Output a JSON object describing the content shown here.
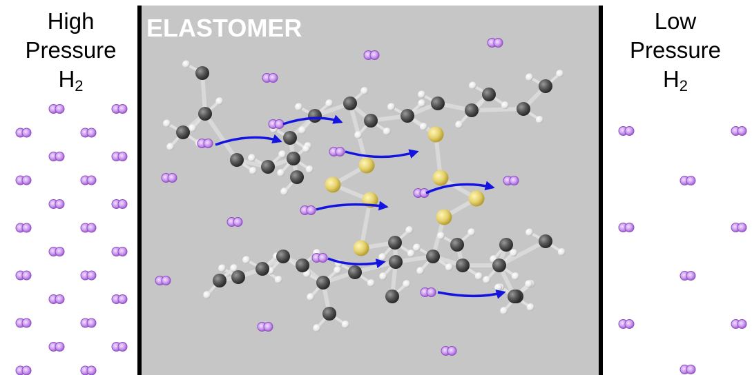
{
  "labels": {
    "left_line1": "High",
    "left_line2": "Pressure",
    "left_h": "H",
    "left_sub": "2",
    "right_line1": "Low",
    "right_line2": "Pressure",
    "right_h": "H",
    "right_sub": "2",
    "elastomer": "ELASTOMER"
  },
  "colors": {
    "elastomer_fill": "#c6c6c6",
    "wall": "#000000",
    "molecule": "#c89ae8",
    "molecule_edge": "#9a5cc8",
    "arrow": "#1414e0",
    "carbon": "#505050",
    "hydrogen": "#f4f4f4",
    "sulfur": "#e6d46a"
  },
  "icons": [
    "hydrogen-molecule-icon",
    "diffusion-arrow-icon",
    "polymer-chain-icon",
    "sulfur-crosslink-icon"
  ]
}
